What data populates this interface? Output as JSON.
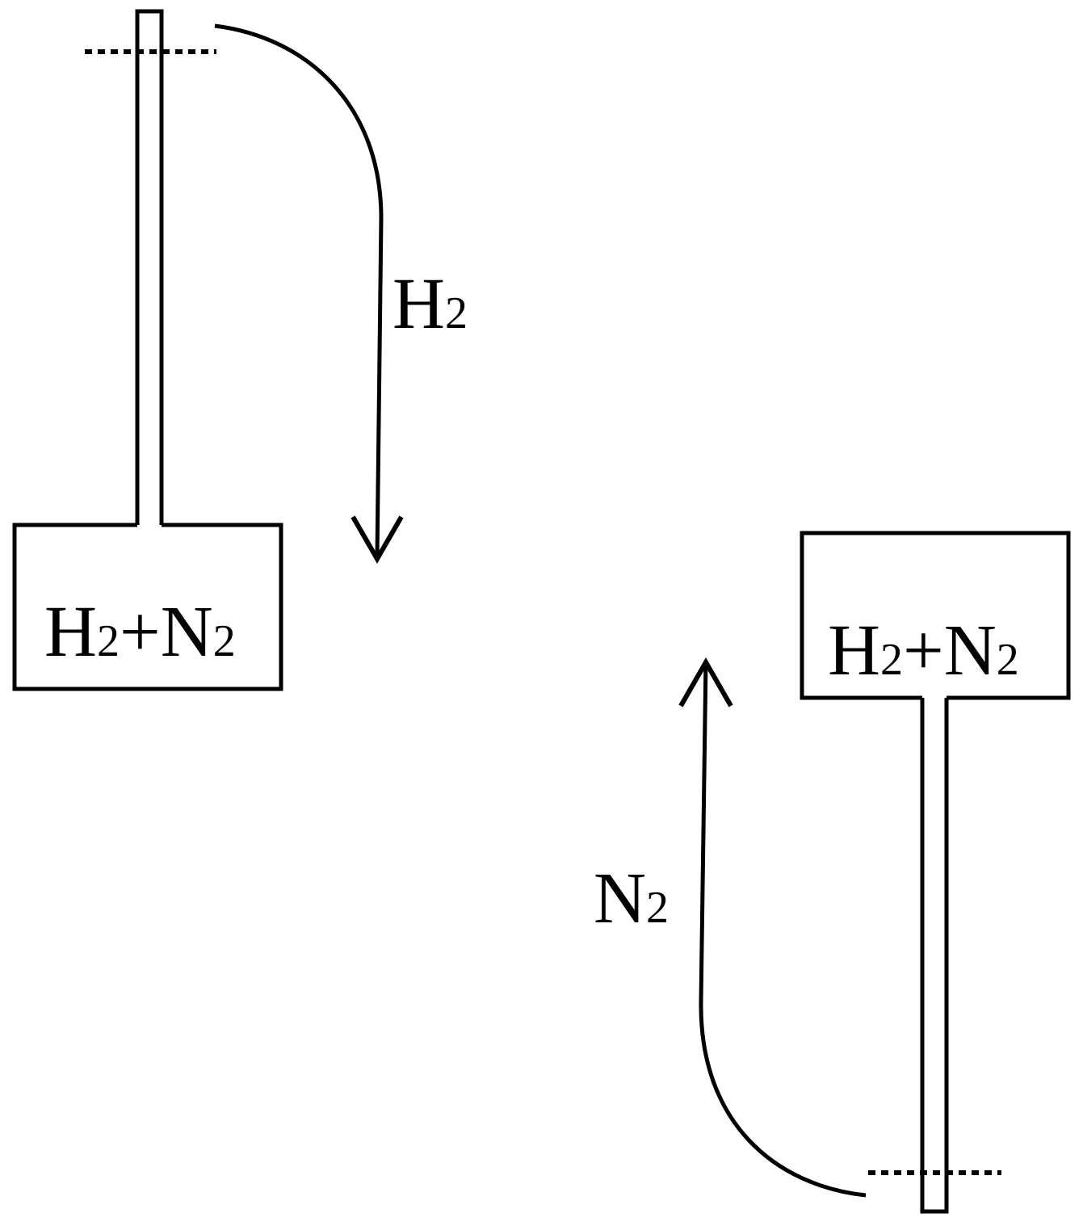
{
  "diagram": {
    "left_apparatus": {
      "box_label": {
        "h": "H",
        "h_sub": "2",
        "plus": "+",
        "n": "N",
        "n_sub": "2"
      },
      "flow_label": {
        "sym": "H",
        "sub": "2"
      },
      "flow_direction": "down"
    },
    "right_apparatus": {
      "box_label": {
        "h": "H",
        "h_sub": "2",
        "plus": "+",
        "n": "N",
        "n_sub": "2"
      },
      "flow_label": {
        "sym": "N",
        "sub": "2"
      },
      "flow_direction": "up"
    },
    "colors": {
      "ink": "#000000",
      "background": "#ffffff"
    }
  }
}
